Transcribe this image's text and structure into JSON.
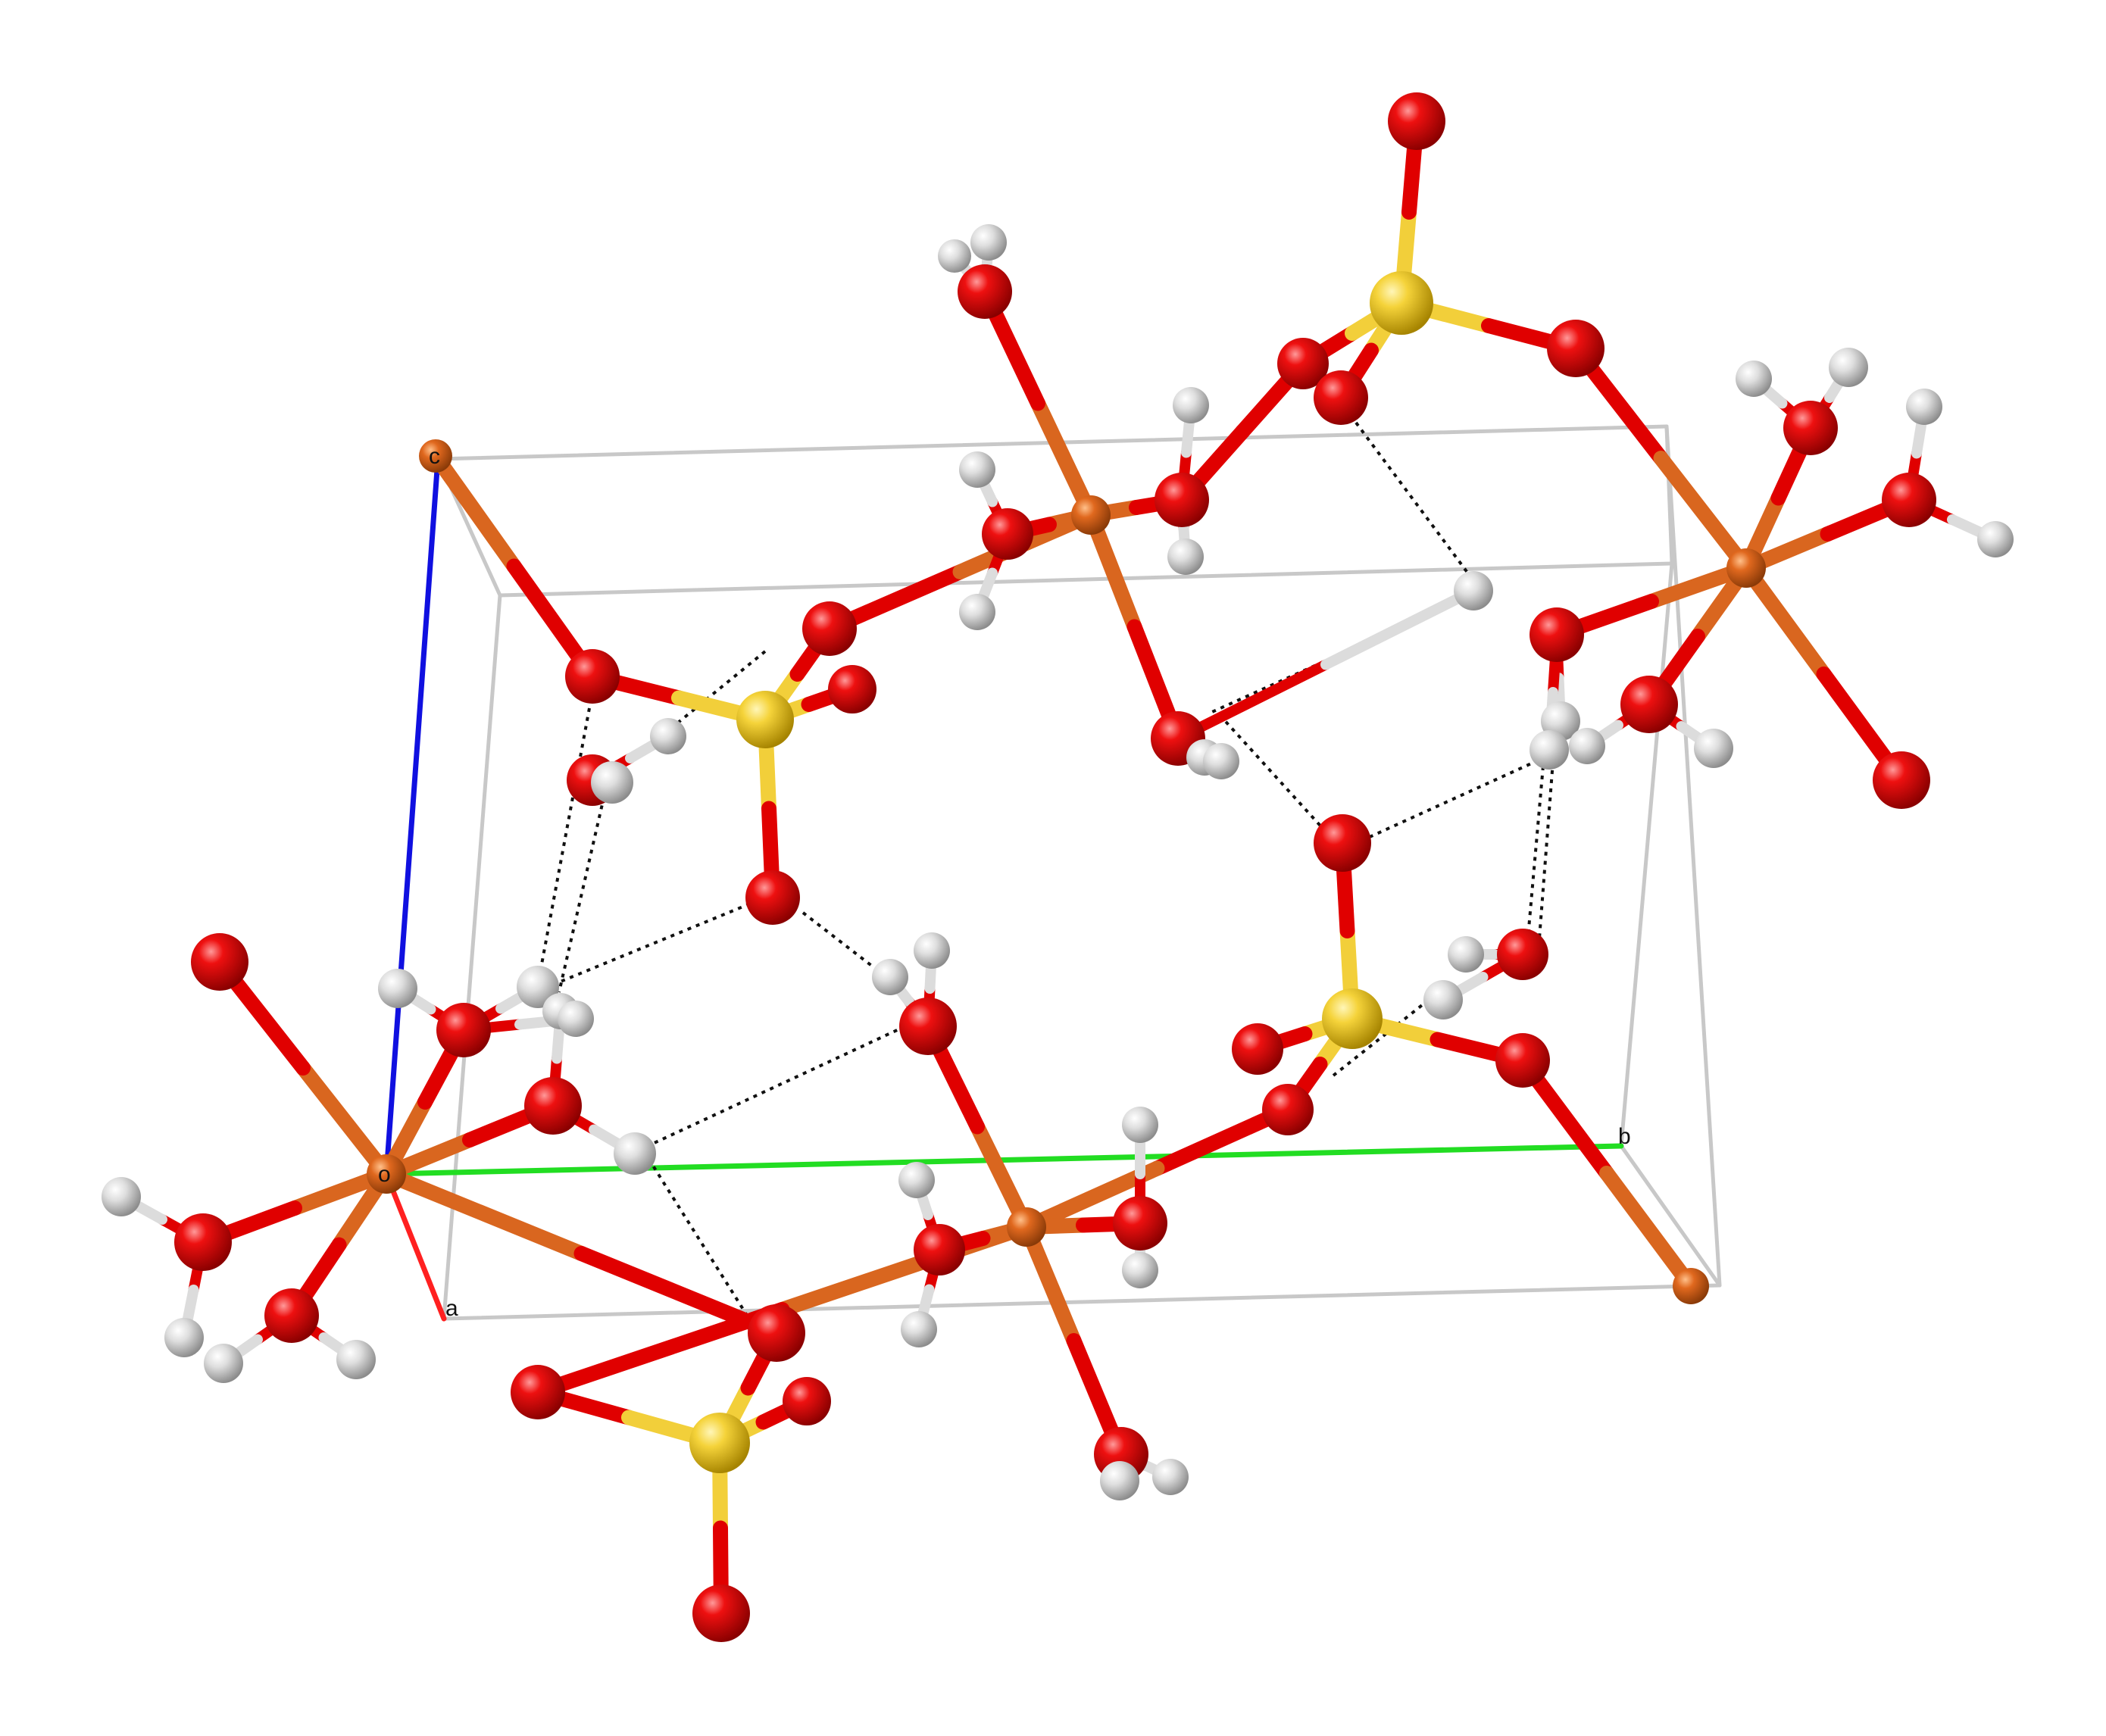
{
  "colors": {
    "background": "#ffffff",
    "oxygen": "#e00000",
    "iron": "#d9661f",
    "sulfur": "#f2cf3a",
    "hydrogen": "#dcdcdc",
    "cell_edge": "#c8c8c8",
    "axis_a": "#ff2020",
    "axis_b": "#22dd22",
    "axis_c": "#1010e0",
    "hbond": "#111111"
  },
  "unit_cell": {
    "axis_labels": {
      "origin": "o",
      "a": "a",
      "b": "b",
      "c": "c"
    }
  }
}
